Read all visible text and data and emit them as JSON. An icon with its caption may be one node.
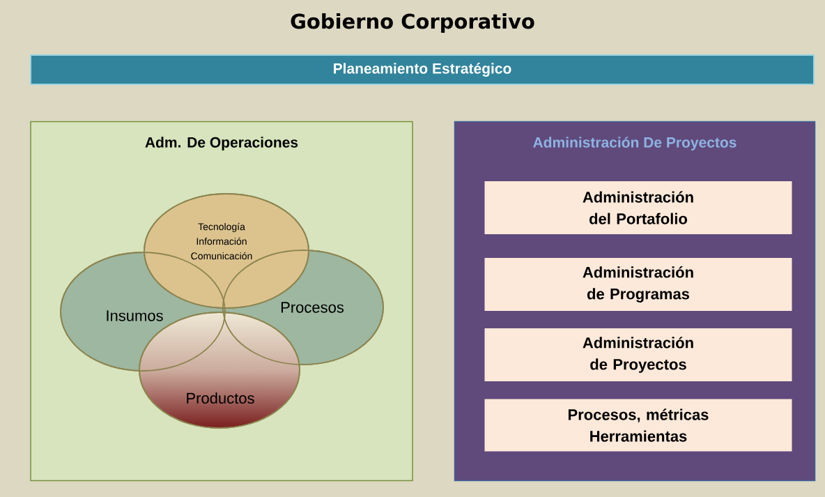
{
  "diagram": {
    "title": "Gobierno Corporativo",
    "nodes": [
      {
        "text": [
          "Planeamiento Estratégico"
        ]
      },
      {
        "text": [
          "Adm. De Operaciones"
        ]
      },
      {
        "text": [
          "Tecnología Información Comunicación"
        ],
        "in": 1
      },
      {
        "text": [
          "Insumos"
        ],
        "in": 1
      },
      {
        "text": [
          "Procesos"
        ],
        "in": 1
      },
      {
        "text": [
          "Productos"
        ],
        "in": 1
      },
      {
        "text": [
          "Administración De Proyectos"
        ]
      },
      {
        "text": [
          "Administración del Portafolio"
        ],
        "in": 6
      },
      {
        "text": [
          "Administración de Programas"
        ],
        "in": 6
      },
      {
        "text": [
          "Administración de Proyectos"
        ],
        "in": 6
      },
      {
        "text": [
          "Procesos, métricas Herramientas"
        ],
        "in": 6
      }
    ],
    "edges": []
  }
}
